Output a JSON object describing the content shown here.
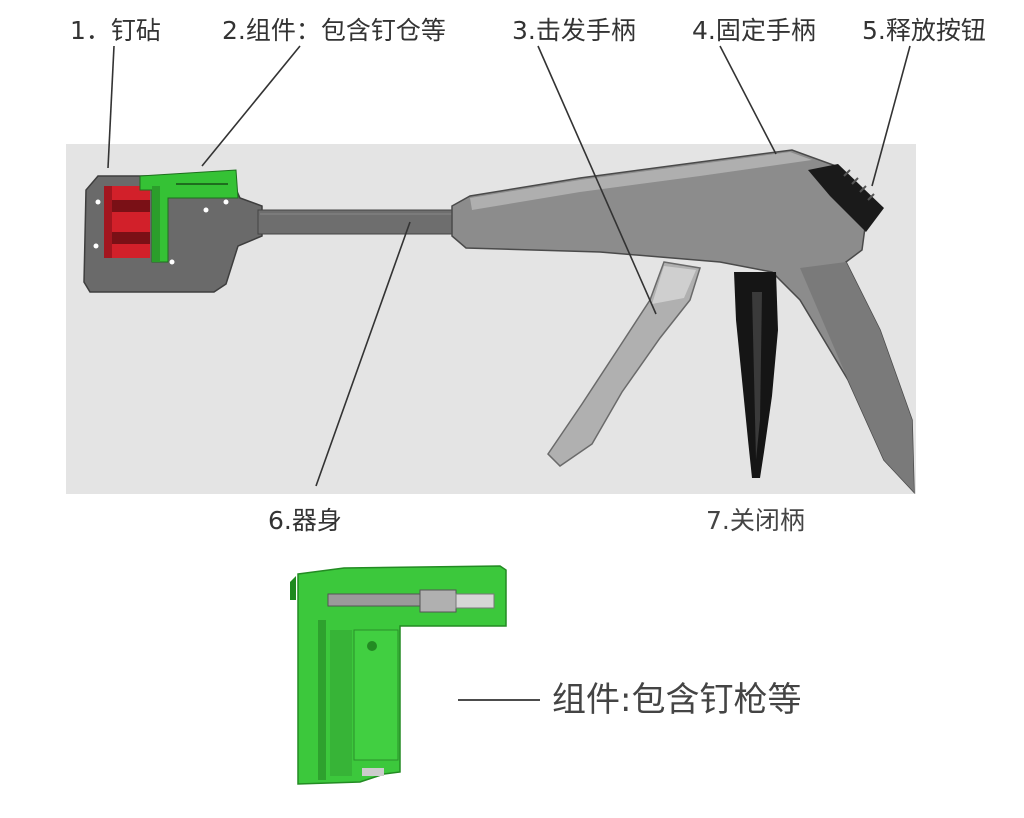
{
  "labels": {
    "anvil": "1．钉砧",
    "assembly": "2.组件：包含钉仓等",
    "firing_handle": "3.击发手柄",
    "fixed_handle": "4.固定手柄",
    "release_button": "5.释放按钮",
    "body": "6.器身",
    "closing_handle": "7.关闭柄"
  },
  "detail_caption": "组件:包含钉枪等",
  "colors": {
    "background_panel": "#e3e3e3",
    "instrument_grey": "#8a8a8a",
    "body_dark": "#6e6e6e",
    "assembly_green": "#35c235",
    "anvil_red": "#d2202a",
    "button_black": "#1a1a1a"
  }
}
